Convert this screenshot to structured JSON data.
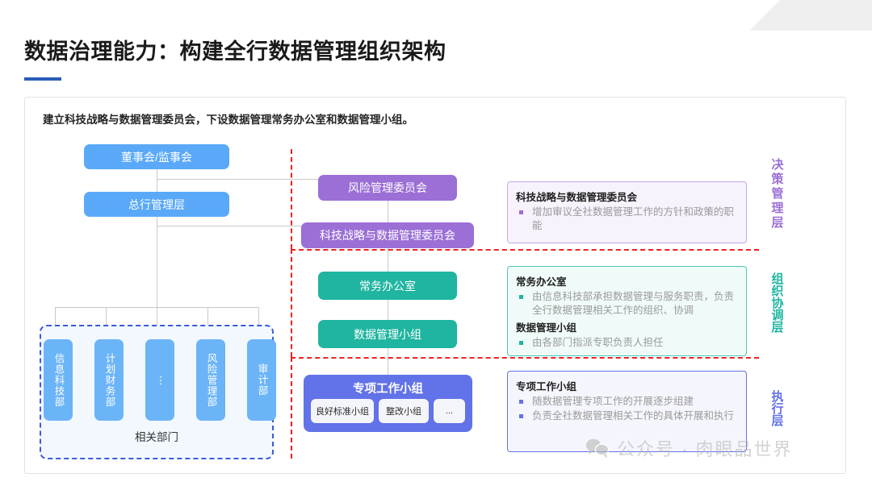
{
  "page": {
    "title": "数据治理能力：构建全行数据管理组织架构",
    "accent_color": "#2a5bb8"
  },
  "card": {
    "subtitle": "建立科技战略与数据管理委员会，下设数据管理常务办公室和数据管理小组。"
  },
  "org_left": {
    "boxes": [
      {
        "label": "董事会/监事会",
        "color": "#5aa9f8"
      },
      {
        "label": "总行管理层",
        "color": "#5aa9f8"
      }
    ],
    "departments": {
      "caption": "相关部门",
      "items": [
        {
          "label": "信息科技部"
        },
        {
          "label": "计划财务部"
        },
        {
          "label": "⋮"
        },
        {
          "label": "风险管理部"
        },
        {
          "label": "审计部"
        }
      ]
    }
  },
  "org_middle": {
    "decision": [
      {
        "label": "风险管理委员会",
        "color": "#9b6fd6"
      },
      {
        "label": "科技战略与数据管理委员会",
        "color": "#9b6fd6"
      }
    ],
    "coordination": [
      {
        "label": "常务办公室",
        "color": "#1fb5a0"
      },
      {
        "label": "数据管理小组",
        "color": "#1fb5a0"
      }
    ],
    "execution": {
      "title": "专项工作小组",
      "color": "#6272e8",
      "chips": [
        {
          "label": "良好标准小组"
        },
        {
          "label": "整改小组"
        },
        {
          "label": "..."
        }
      ]
    }
  },
  "descriptions": [
    {
      "heading": "科技战略与数据管理委员会",
      "accent": "#9b6fd6",
      "bullets": [
        "增加审议全社数据管理工作的方针和政策的职能"
      ]
    },
    {
      "heading": "常务办公室",
      "accent": "#1fb5a0",
      "bullets": [
        "由信息科技部承担数据管理与服务职责，负责全行数据管理相关工作的组织、协调"
      ],
      "heading2": "数据管理小组",
      "bullets2": [
        "由各部门指派专职负责人担任"
      ]
    },
    {
      "heading": "专项工作小组",
      "accent": "#6272e8",
      "bullets": [
        "随数据管理专项工作的开展逐步组建",
        "负责全社数据管理相关工作的具体开展和执行"
      ]
    }
  ],
  "layers": [
    {
      "label": "决策管理层",
      "color": "#9b6fd6"
    },
    {
      "label": "组织协调层",
      "color": "#1fb5a0"
    },
    {
      "label": "执行层",
      "color": "#6272e8"
    }
  ],
  "watermark": {
    "text": "公众号 · 肉眼品世界"
  }
}
